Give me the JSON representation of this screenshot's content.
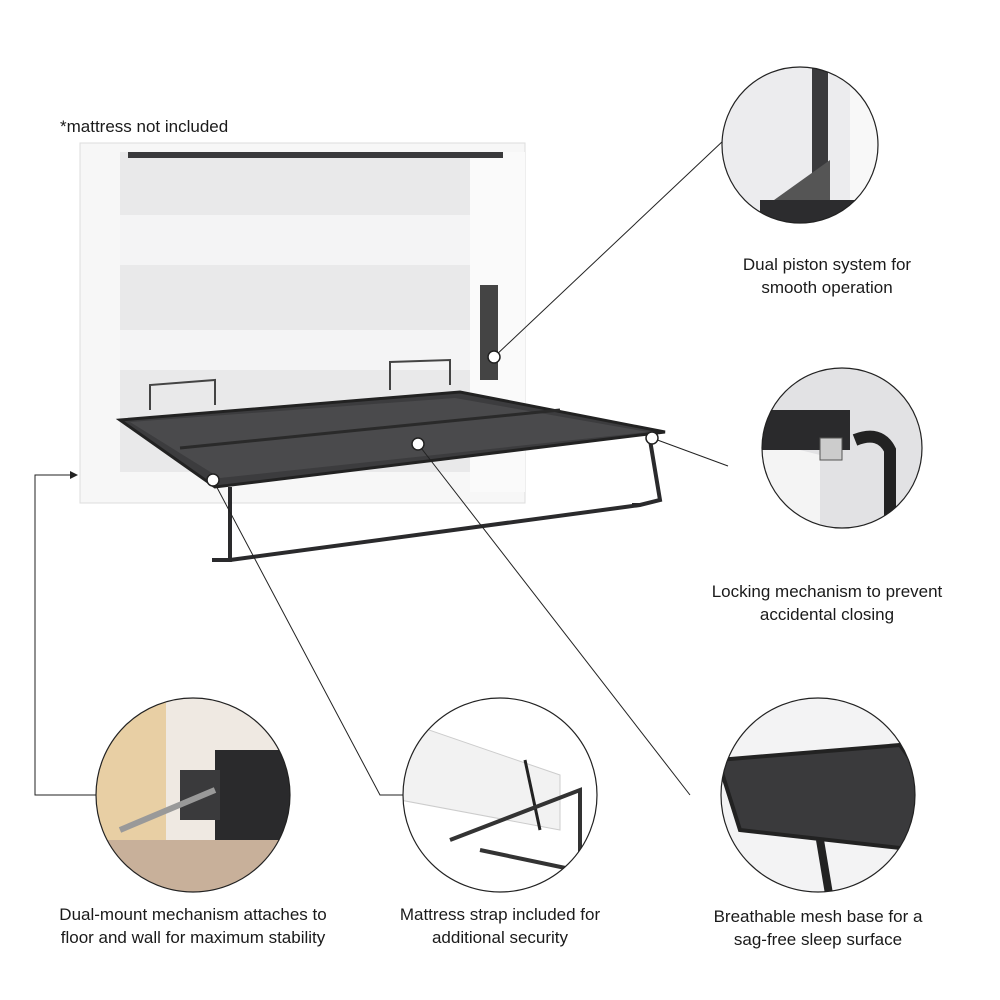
{
  "note": "*mattress not included",
  "features": [
    {
      "line1": "Dual piston system for",
      "line2": "smooth operation"
    },
    {
      "line1": "Locking mechanism to prevent",
      "line2": "accidental closing"
    },
    {
      "line1": "Dual-mount mechanism attaches to",
      "line2": "floor and wall for maximum stability"
    },
    {
      "line1": "Mattress strap included for",
      "line2": "additional security"
    },
    {
      "line1": "Breathable mesh base for a",
      "line2": "sag-free sleep surface"
    }
  ]
}
